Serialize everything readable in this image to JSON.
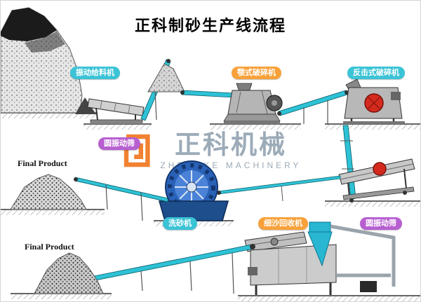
{
  "title": "正科制砂生产线流程",
  "watermark": {
    "brand": "正科机械",
    "brand_en": "ZHENGKE MACHINERY"
  },
  "labels": {
    "vibrating_feeder": "振动给料机",
    "jaw_crusher": "颚式破碎机",
    "impact_crusher": "反击式破碎机",
    "circular_screen_left": "圆振动筛",
    "sand_washer": "洗砂机",
    "fine_sand_recycler": "细沙回收机",
    "circular_screen_right": "圆振动筛",
    "final_product_left": "Final Product",
    "final_product_bottom": "Final Product"
  },
  "colors": {
    "label_cyan": "#3bc3d6",
    "label_orange": "#f8a13a",
    "label_purple": "#b75fd0",
    "conveyor_cyan": "#2ec2d6",
    "brand_orange": "#f07820",
    "watermark_gray": "#94a4b2",
    "rotor_red": "#d42a1e",
    "washer_blue": "#2a62b8"
  }
}
